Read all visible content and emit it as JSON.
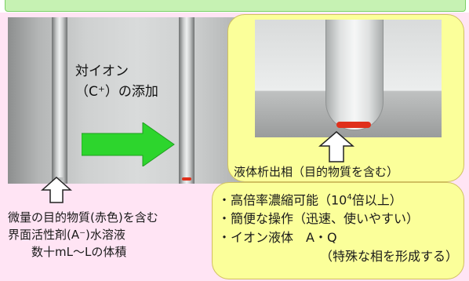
{
  "left_label": {
    "line1": "対イオン",
    "line2": "（C⁺）の添加"
  },
  "liquid_phase_label": "液体析出相（目的物質を含む）",
  "sample_label": {
    "line1": "微量の目的物質(赤色)を含む",
    "line2": "界面活性剤(A⁻)水溶液",
    "line3": "数十mL～Lの体積"
  },
  "bullets": {
    "item1_prefix": "・高倍率濃縮可能（10",
    "item1_sup": "4",
    "item1_suffix": "倍以上）",
    "item2": "・簡便な操作（迅速、使いやすい）",
    "item3": "・イオン液体　A・Q",
    "item3_cont": "（特殊な相を形成する）"
  },
  "colors": {
    "panel_bg": "#ffe4f4",
    "callout_bg": "#fbff9a",
    "arrow_green": "#2dd52d",
    "red_layer": "#e0301c"
  },
  "icons": {
    "right_arrow": "green-right-arrow",
    "up_arrow_left": "white-up-arrow",
    "up_arrow_inset": "white-up-arrow"
  }
}
